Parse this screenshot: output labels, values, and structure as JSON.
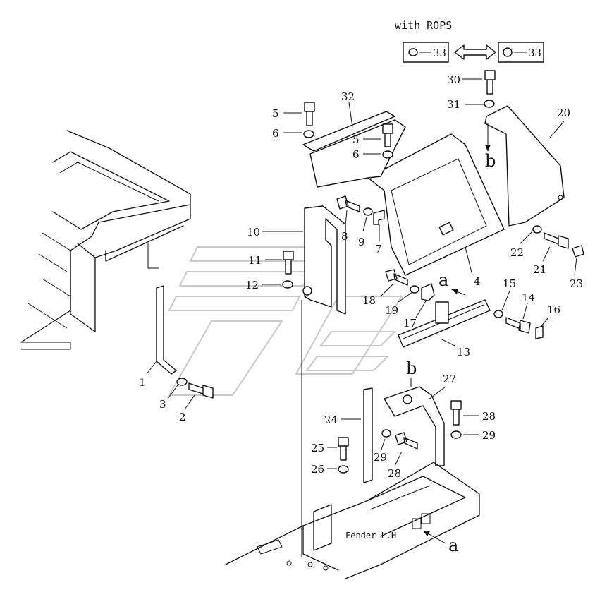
{
  "caption": "with ROPS",
  "fender_label": "Fender L.H",
  "letters": {
    "a": "a",
    "b": "b"
  },
  "callouts": {
    "p1": "1",
    "p2": "2",
    "p3": "3",
    "p4": "4",
    "p5": "5",
    "p6": "6",
    "p7": "7",
    "p8": "8",
    "p9": "9",
    "p10": "10",
    "p11": "11",
    "p12": "12",
    "p13": "13",
    "p14": "14",
    "p15": "15",
    "p16": "16",
    "p17": "17",
    "p18": "18",
    "p19": "19",
    "p20": "20",
    "p21": "21",
    "p22": "22",
    "p23": "23",
    "p24": "24",
    "p25": "25",
    "p26": "26",
    "p27": "27",
    "p28": "28",
    "p29": "29",
    "p30": "30",
    "p31": "31",
    "p32": "32",
    "p33": "33"
  }
}
